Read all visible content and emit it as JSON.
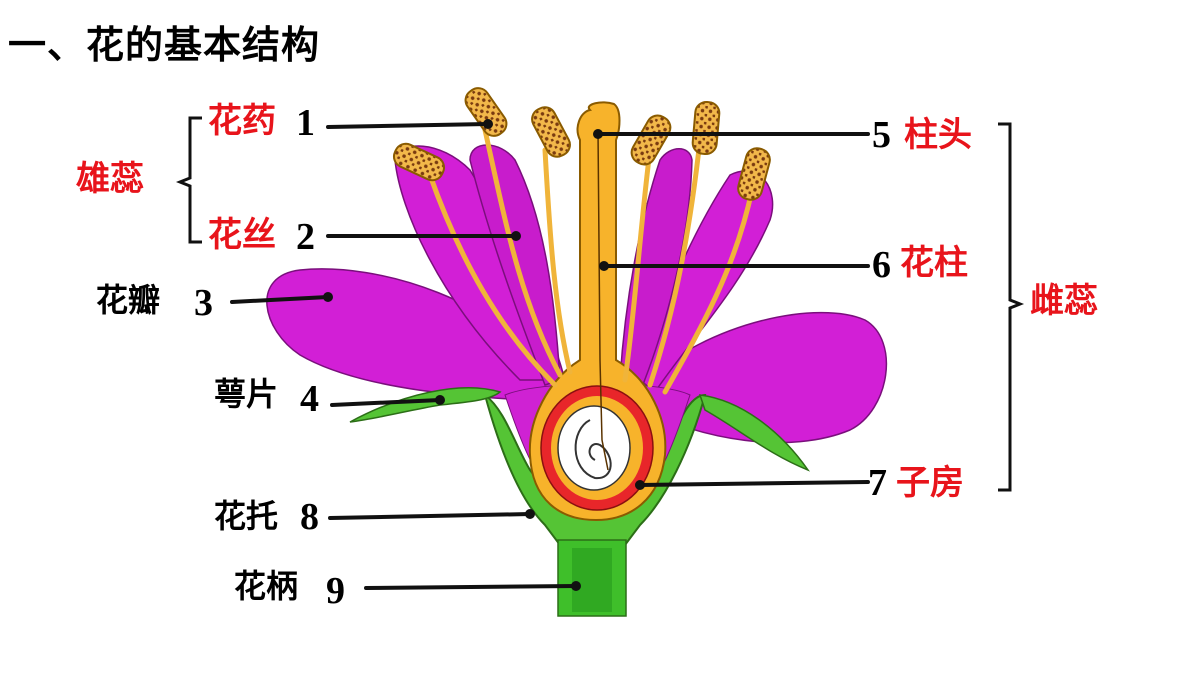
{
  "title": "一、花的基本结构",
  "labels": {
    "stamen_group": "雄蕊",
    "pistil_group": "雌蕊",
    "anther": "花药",
    "filament": "花丝",
    "petal": "花瓣",
    "sepal": "萼片",
    "receptacle": "花托",
    "pedicel": "花柄",
    "stigma": "柱头",
    "style": "花柱",
    "ovary": "子房"
  },
  "numbers": {
    "anther": "1",
    "filament": "2",
    "petal": "3",
    "sepal": "4",
    "stigma": "5",
    "style": "6",
    "ovary": "7",
    "receptacle": "8",
    "pedicel": "9"
  },
  "colors": {
    "petal": "#d21fd6",
    "petal_dark": "#b314b6",
    "stamen": "#f0b43a",
    "pistil": "#f7b32b",
    "ovary_wall": "#e8262a",
    "sepal": "#55c435",
    "stem": "#3fbf2a",
    "label_red": "#e8141b",
    "line": "#111111"
  }
}
